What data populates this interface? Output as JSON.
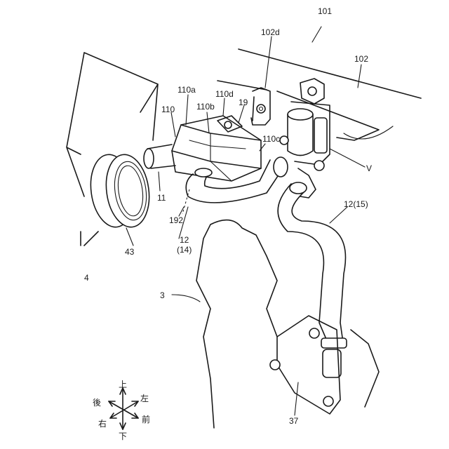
{
  "labels": {
    "n101": "101",
    "n102d": "102d",
    "n102": "102",
    "n110a": "110a",
    "n110d": "110d",
    "n110b": "110b",
    "n19": "19",
    "n110": "110",
    "n110c": "110c",
    "nV": "V",
    "n11": "11",
    "n192": "192",
    "n12": "12",
    "n14": "(14)",
    "n12_15": "12(15)",
    "n43": "43",
    "n4": "4",
    "n3": "3",
    "n37": "37"
  },
  "compass": {
    "up": "上",
    "down": "下",
    "left": "左",
    "right": "右",
    "front": "前",
    "back": "後"
  }
}
